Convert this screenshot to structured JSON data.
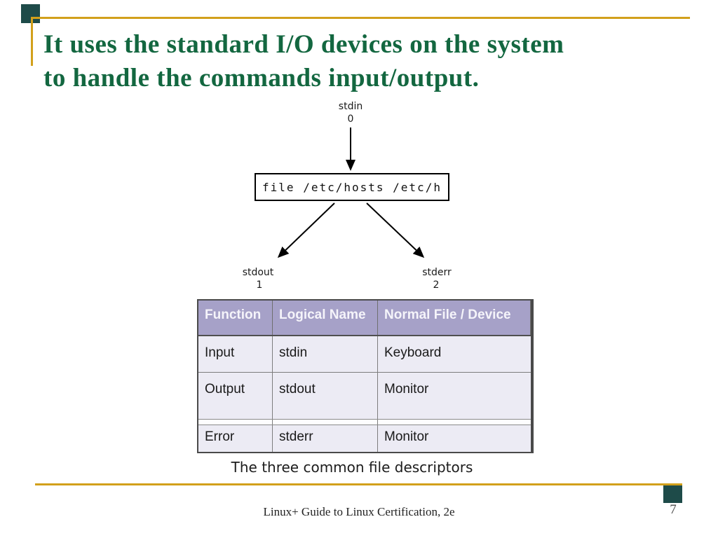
{
  "slide": {
    "title_line1": "It uses the standard I/O devices on the system",
    "title_line2": "to handle the commands input/output."
  },
  "diagram": {
    "stdin_label": "stdin",
    "stdin_fd": "0",
    "command_box": "file /etc/hosts /etc/h",
    "stdout_label": "stdout",
    "stdout_fd": "1",
    "stderr_label": "stderr",
    "stderr_fd": "2"
  },
  "table": {
    "headers": [
      "Function",
      "Logical Name",
      "Normal File / Device"
    ],
    "rows": [
      [
        "Input",
        "stdin",
        "Keyboard"
      ],
      [
        "Output",
        "stdout",
        "Monitor"
      ],
      [
        "Error",
        "stderr",
        "Monitor"
      ]
    ],
    "caption": "The three common file descriptors"
  },
  "footer": {
    "text": "Linux+ Guide to Linux Certification, 2e",
    "page_number": "7"
  },
  "colors": {
    "accent_gold": "#D2A01B",
    "title_green": "#136740",
    "corner_square": "#1E4B49",
    "table_header_bg": "#A6A1C8",
    "table_header_text": "#F5F4FA",
    "table_body_bg": "#ECEBF4",
    "table_grid": "#7D7D7D",
    "table_outer": "#4A4A4A",
    "ink": "#1A1A1A"
  }
}
